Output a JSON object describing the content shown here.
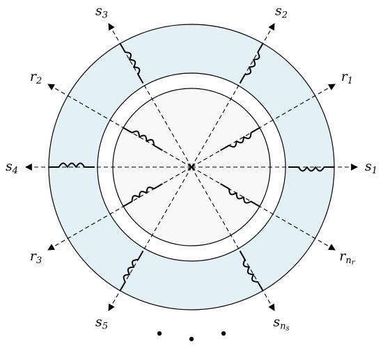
{
  "colors": {
    "stator": "#e3f1f6",
    "rotor": "#f8f8f8",
    "line": "#000000"
  },
  "stator_axes": [
    {
      "id": "s1",
      "base": "s",
      "sub": "1",
      "subsub": "",
      "angle_deg": 0
    },
    {
      "id": "s2",
      "base": "s",
      "sub": "2",
      "subsub": "",
      "angle_deg": 60
    },
    {
      "id": "s3",
      "base": "s",
      "sub": "3",
      "subsub": "",
      "angle_deg": 120
    },
    {
      "id": "s4",
      "base": "s",
      "sub": "4",
      "subsub": "",
      "angle_deg": 180
    },
    {
      "id": "s5",
      "base": "s",
      "sub": "5",
      "subsub": "",
      "angle_deg": 240
    },
    {
      "id": "sns",
      "base": "s",
      "sub": "n",
      "subsub": "s",
      "angle_deg": 300
    }
  ],
  "rotor_axes": [
    {
      "id": "r1",
      "base": "r",
      "sub": "1",
      "subsub": "",
      "angle_deg": 30
    },
    {
      "id": "r2",
      "base": "r",
      "sub": "2",
      "subsub": "",
      "angle_deg": 150
    },
    {
      "id": "r3",
      "base": "r",
      "sub": "3",
      "subsub": "",
      "angle_deg": 210
    },
    {
      "id": "rnr",
      "base": "r",
      "sub": "n",
      "subsub": "r",
      "angle_deg": 330
    }
  ],
  "ellipsis_dots": 3
}
